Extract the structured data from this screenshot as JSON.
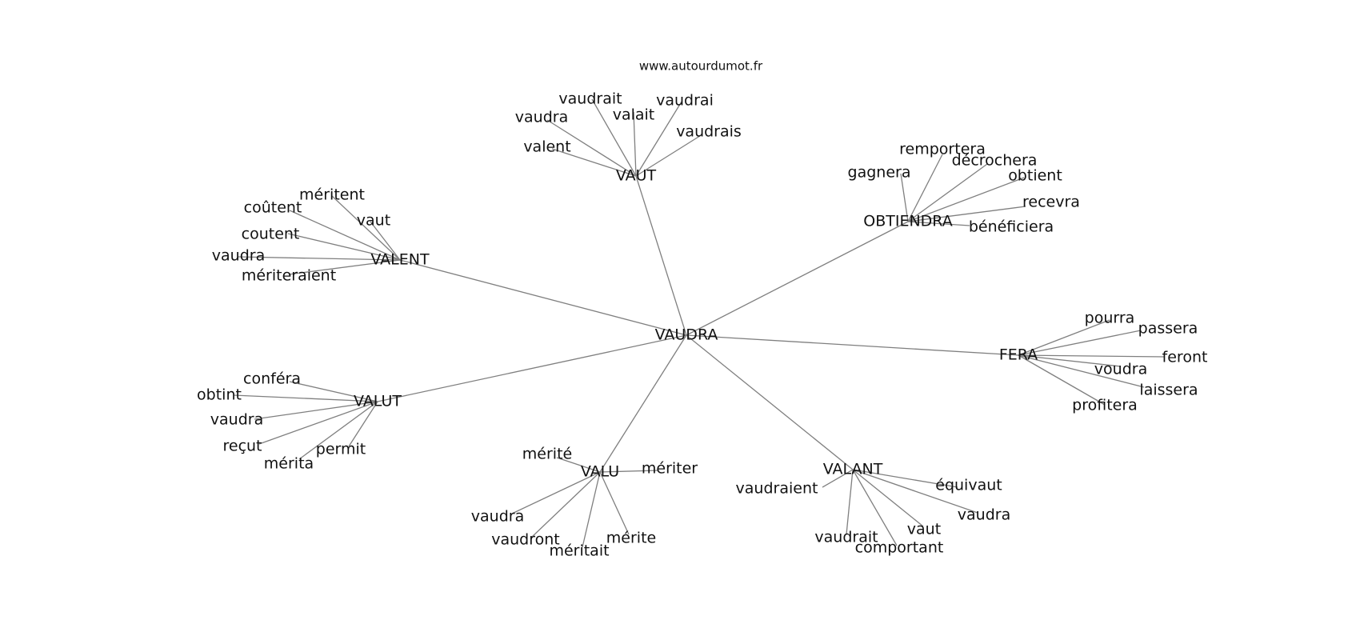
{
  "watermark": "www.autourdumot.fr",
  "graph": {
    "center": "VAUDRA",
    "clusters": [
      {
        "hub": "VAUT",
        "leaves": [
          "vaudrait",
          "vaudrai",
          "valait",
          "vaudra",
          "vaudrais",
          "valent"
        ]
      },
      {
        "hub": "OBTIENDRA",
        "leaves": [
          "remportera",
          "décrochera",
          "gagnera",
          "obtient",
          "recevra",
          "bénéficiera"
        ]
      },
      {
        "hub": "VALENT",
        "leaves": [
          "méritent",
          "coûtent",
          "vaut",
          "coutent",
          "vaudra",
          "mériteraient"
        ]
      },
      {
        "hub": "FERA",
        "leaves": [
          "pourra",
          "passera",
          "feront",
          "voudra",
          "laissera",
          "profitera"
        ]
      },
      {
        "hub": "VALUT",
        "leaves": [
          "conféra",
          "obtint",
          "vaudra",
          "reçut",
          "permit",
          "mérita"
        ]
      },
      {
        "hub": "VALU",
        "leaves": [
          "mérité",
          "mériter",
          "vaudra",
          "vaudront",
          "mérite",
          "méritait"
        ]
      },
      {
        "hub": "VALANT",
        "leaves": [
          "vaudraient",
          "équivaut",
          "vaudra",
          "vaut",
          "vaudrait",
          "comportant"
        ]
      }
    ]
  }
}
